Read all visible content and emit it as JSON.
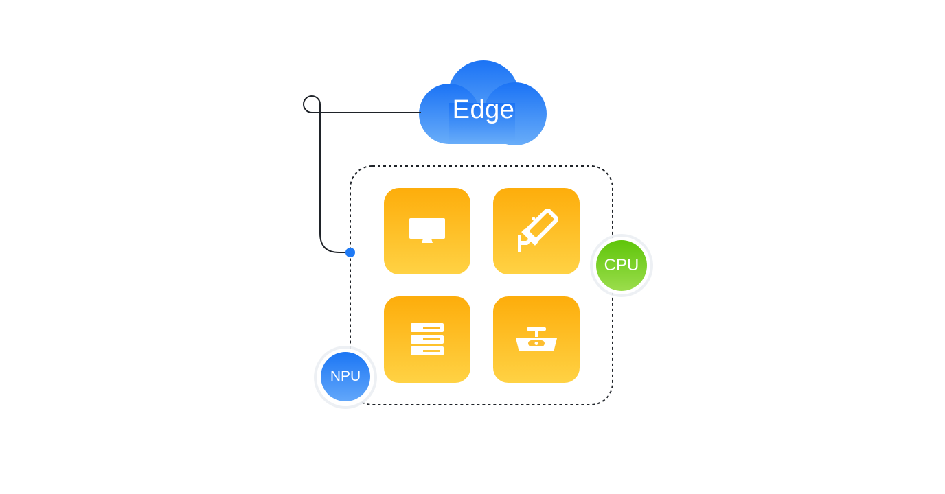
{
  "cloud": {
    "label": "Edge",
    "color": "#2f86f7"
  },
  "tiles": [
    {
      "icon": "monitor-icon"
    },
    {
      "icon": "security-camera-icon"
    },
    {
      "icon": "server-rack-icon"
    },
    {
      "icon": "dome-camera-icon"
    }
  ],
  "badges": {
    "cpu": {
      "label": "CPU",
      "color": "#6cc91b"
    },
    "npu": {
      "label": "NPU",
      "color": "#2a7ef5"
    }
  },
  "colors": {
    "tile_top": "#fdad0b",
    "tile_bottom": "#ffd244",
    "connector": "#1f2329",
    "connector_dot": "#1f7af5"
  }
}
